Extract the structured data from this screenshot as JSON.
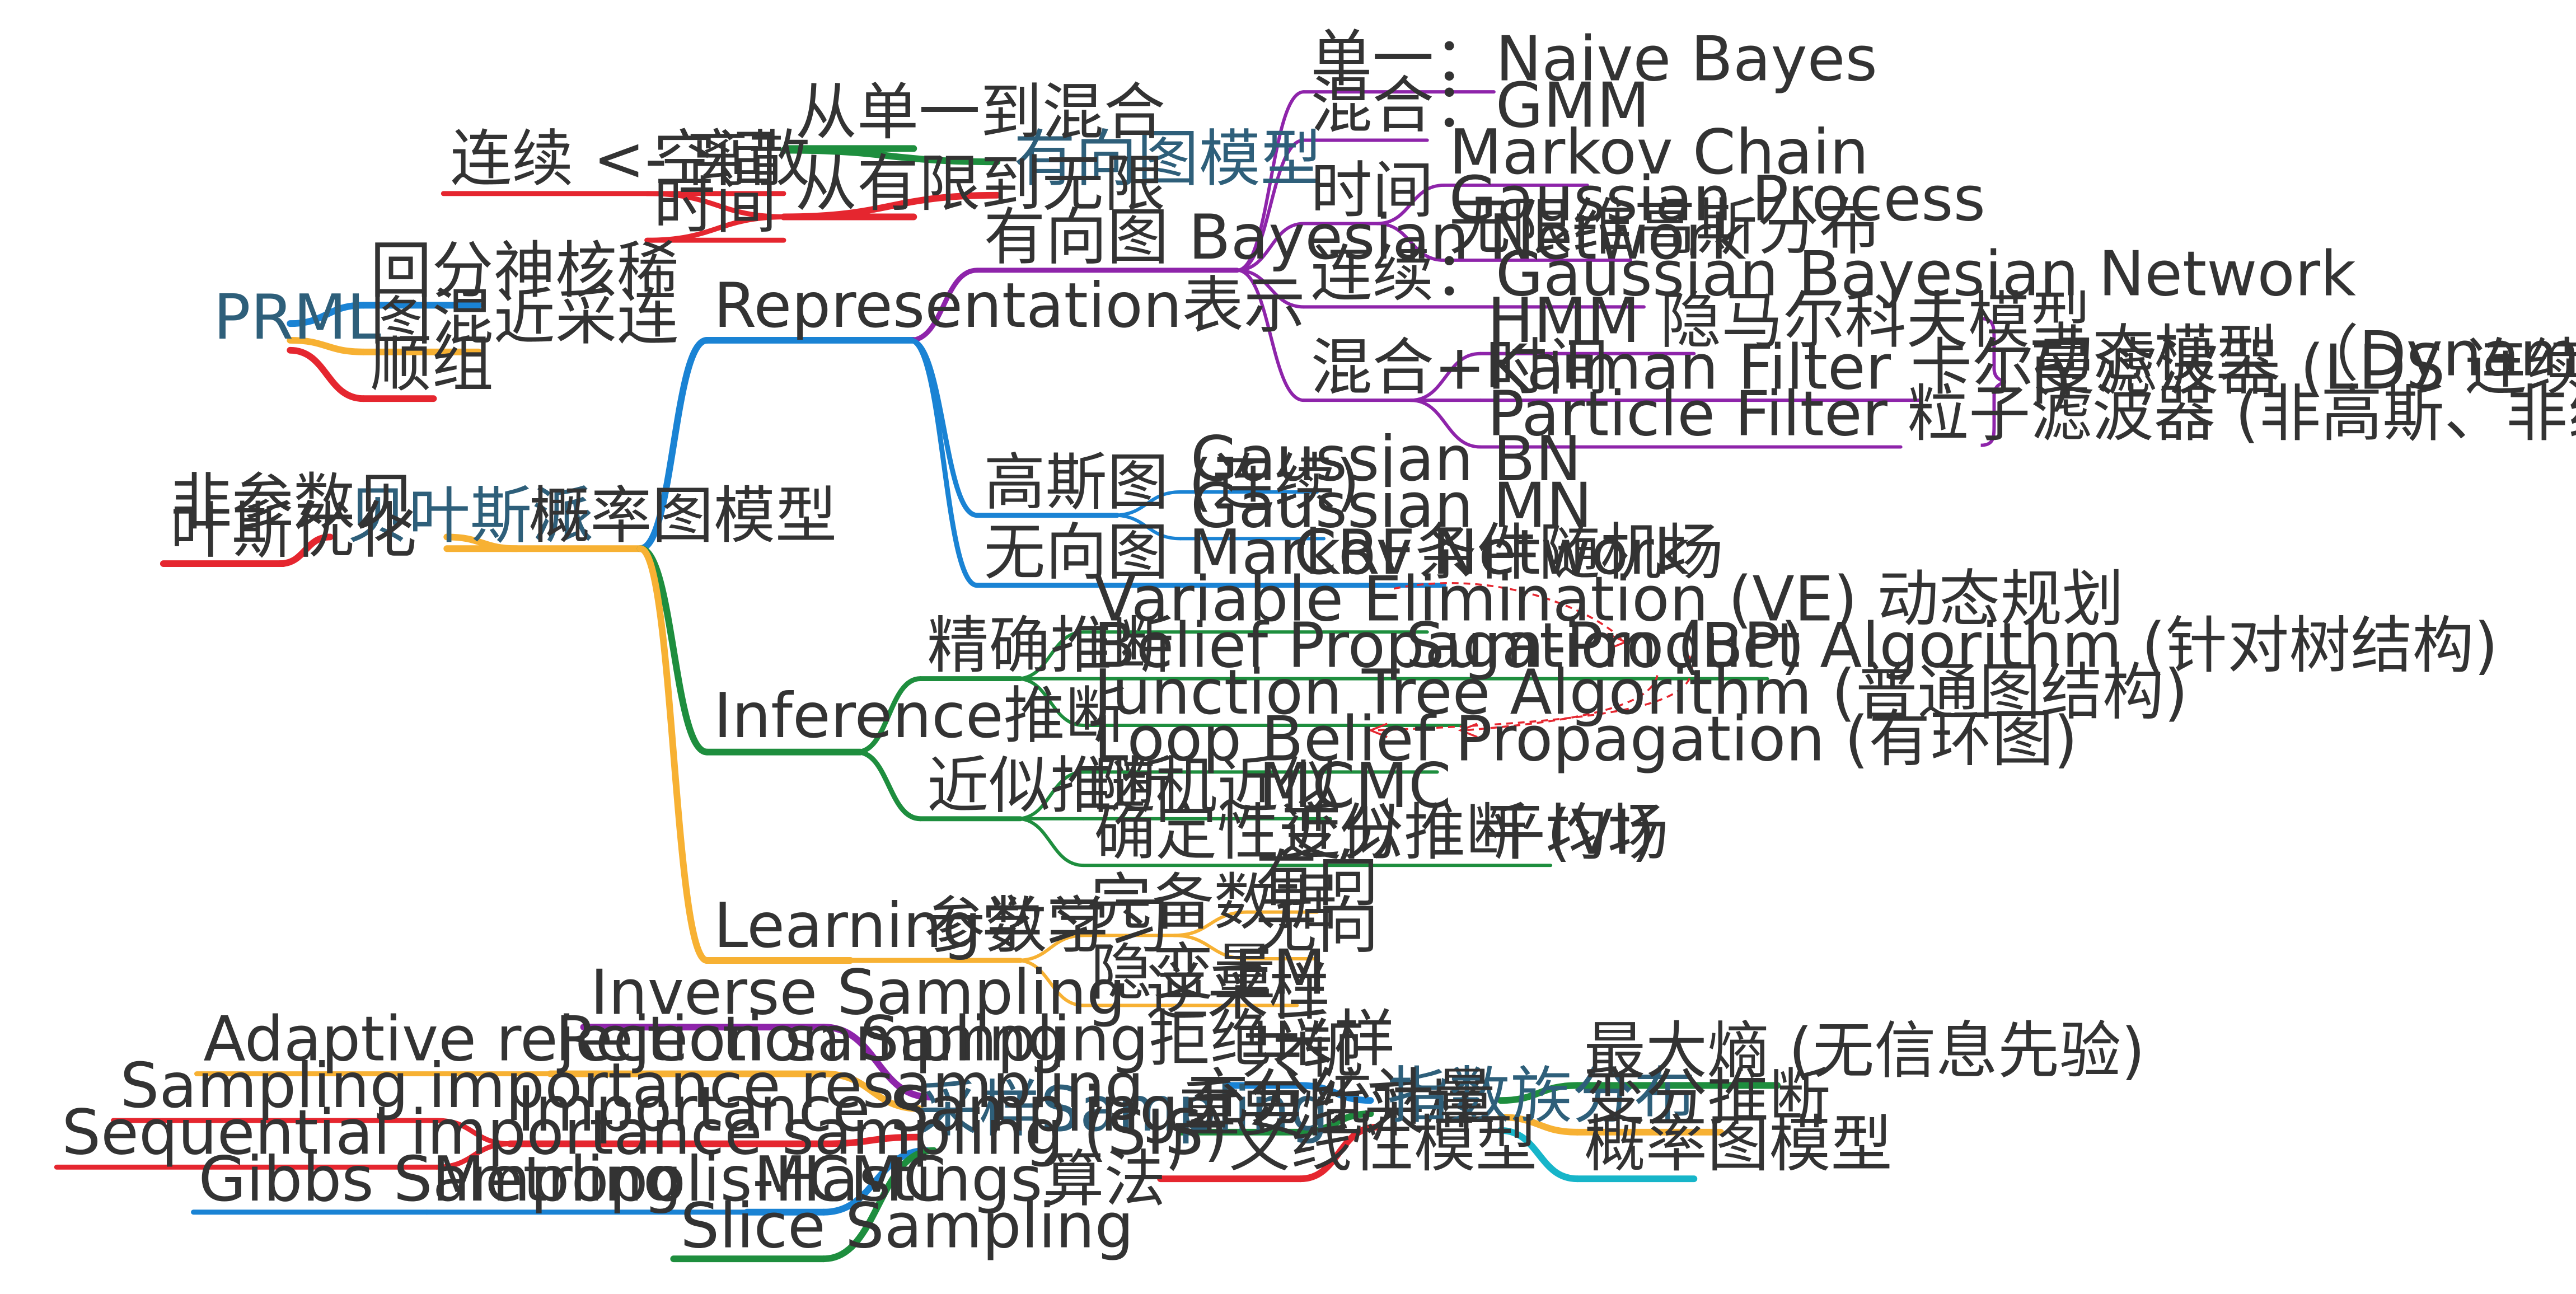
{
  "colors": {
    "blue": "#1a83d4",
    "purple": "#8e24aa",
    "orange": "#f7b133",
    "red": "#e5262f",
    "green": "#1e8e3e",
    "cyan": "#17b5c9",
    "text": "#333333",
    "root_text": "#2e5f7a",
    "dashed": "#e5262f"
  },
  "maps": [
    {
      "id": "directed-graph-model",
      "root": "有向图模型",
      "branches": [
        {
          "label": "从单一到混合",
          "color": "green"
        },
        {
          "label": "从有限到无限",
          "color": "red",
          "children": [
            {
              "label": "空间",
              "children": [
                {
                  "label": "连续 <- 离散"
                }
              ]
            },
            {
              "label": "时间"
            }
          ]
        }
      ]
    },
    {
      "id": "prml",
      "root": "PRML",
      "branches": [
        {
          "label": "回分神核稀",
          "color": "blue"
        },
        {
          "label": "图混近采连",
          "color": "orange"
        },
        {
          "label": "顺组",
          "color": "red"
        }
      ]
    },
    {
      "id": "bayesian-school",
      "root": "贝叶斯派",
      "branches": [
        {
          "label": "非参数贝\n叶斯优化",
          "color": "red"
        },
        {
          "label": "概率图模型",
          "color": "orange",
          "children": [
            {
              "label": "Representation表示",
              "color": "blue",
              "children": [
                {
                  "label": "有向图 Bayesian Network",
                  "color": "purple",
                  "children": [
                    {
                      "label": "单一：Naive Bayes"
                    },
                    {
                      "label": "混合：GMM"
                    },
                    {
                      "label": "时间",
                      "children": [
                        {
                          "label": "Markov Chain"
                        },
                        {
                          "label": "Gaussian Process\n无限维高斯分布"
                        }
                      ]
                    },
                    {
                      "label": "连续：Gaussian Bayesian Network"
                    },
                    {
                      "label": "混合+时间",
                      "children": [
                        {
                          "label": "HMM 隐马尔科夫模型"
                        },
                        {
                          "label": "Kalman Filter 卡尔曼滤波器 (LDS 连续、线性)"
                        },
                        {
                          "label": "Particle Filter 粒子滤波器 (非高斯、非线性)"
                        }
                      ]
                    }
                  ]
                },
                {
                  "label": "高斯图 (连续)",
                  "children": [
                    {
                      "label": "Gaussian BN"
                    },
                    {
                      "label": "Gaussian MN"
                    }
                  ]
                },
                {
                  "label": "无向图 Markov Network",
                  "children": [
                    {
                      "label": "CRF条件随机场"
                    }
                  ]
                }
              ]
            },
            {
              "label": "Inference推断",
              "color": "green",
              "children": [
                {
                  "label": "精确推断",
                  "children": [
                    {
                      "label": "Variable Elimination (VE) 动态规划"
                    },
                    {
                      "label": "Belief Propagation (BP)",
                      "children": [
                        {
                          "label": "Sum-Product Algorithm (针对树结构)"
                        }
                      ]
                    },
                    {
                      "label": "Junction Tree Algorithm (普通图结构)"
                    }
                  ]
                },
                {
                  "label": "近似推断",
                  "children": [
                    {
                      "label": "Loop Belief Propagation (有环图)"
                    },
                    {
                      "label": "随机近似",
                      "children": [
                        {
                          "label": "MCMC"
                        }
                      ]
                    },
                    {
                      "label": "确定性近似",
                      "children": [
                        {
                          "label": "变分推断 (VI)",
                          "children": [
                            {
                              "label": "平均场"
                            }
                          ]
                        }
                      ]
                    }
                  ]
                }
              ]
            },
            {
              "label": "Learning学习",
              "color": "orange",
              "children": [
                {
                  "label": "参数学习",
                  "children": [
                    {
                      "label": "完备数据",
                      "children": [
                        {
                          "label": "有向"
                        },
                        {
                          "label": "无向"
                        }
                      ]
                    },
                    {
                      "label": "隐变量",
                      "children": [
                        {
                          "label": "EM"
                        }
                      ]
                    }
                  ]
                }
              ]
            }
          ]
        }
      ]
    },
    {
      "id": "dynamic-model-note",
      "summary": "动态模型 （Dynamic Model <=> State Space Model）",
      "summary_lines": [
        "动态模型 （Dynamic Model <=> State Space Mode",
        "l)"
      ]
    },
    {
      "id": "sampling",
      "root": "采样Sampling",
      "branches": [
        {
          "label": "Inverse Sampling 逆采样",
          "color": "purple"
        },
        {
          "label": "Rejection Sampling拒绝采样",
          "color": "orange",
          "children": [
            {
              "label": "Adaptive rejection sampling"
            }
          ]
        },
        {
          "label": "Importance Sampling重要性采样",
          "color": "red",
          "children": [
            {
              "label": "Sampling importance resampling"
            },
            {
              "label": "Sequential importance sampling (SIS)"
            }
          ]
        },
        {
          "label": "MCMC",
          "color": "blue",
          "children": [
            {
              "label": "Metropolis-Hastings算法"
            },
            {
              "label": "Gibbs Sampling"
            }
          ]
        },
        {
          "label": "Slice Sampling",
          "color": "green"
        }
      ]
    },
    {
      "id": "exponential-family",
      "root": "指数族分布",
      "branches": [
        {
          "label": "共轭",
          "color": "blue"
        },
        {
          "label": "充分统计量",
          "color": "green"
        },
        {
          "label": "广义线性模型",
          "color": "red"
        },
        {
          "label": "最大熵 (无信息先验)",
          "color": "green"
        },
        {
          "label": "变分推断",
          "color": "orange"
        },
        {
          "label": "概率图模型",
          "color": "cyan"
        }
      ]
    }
  ]
}
